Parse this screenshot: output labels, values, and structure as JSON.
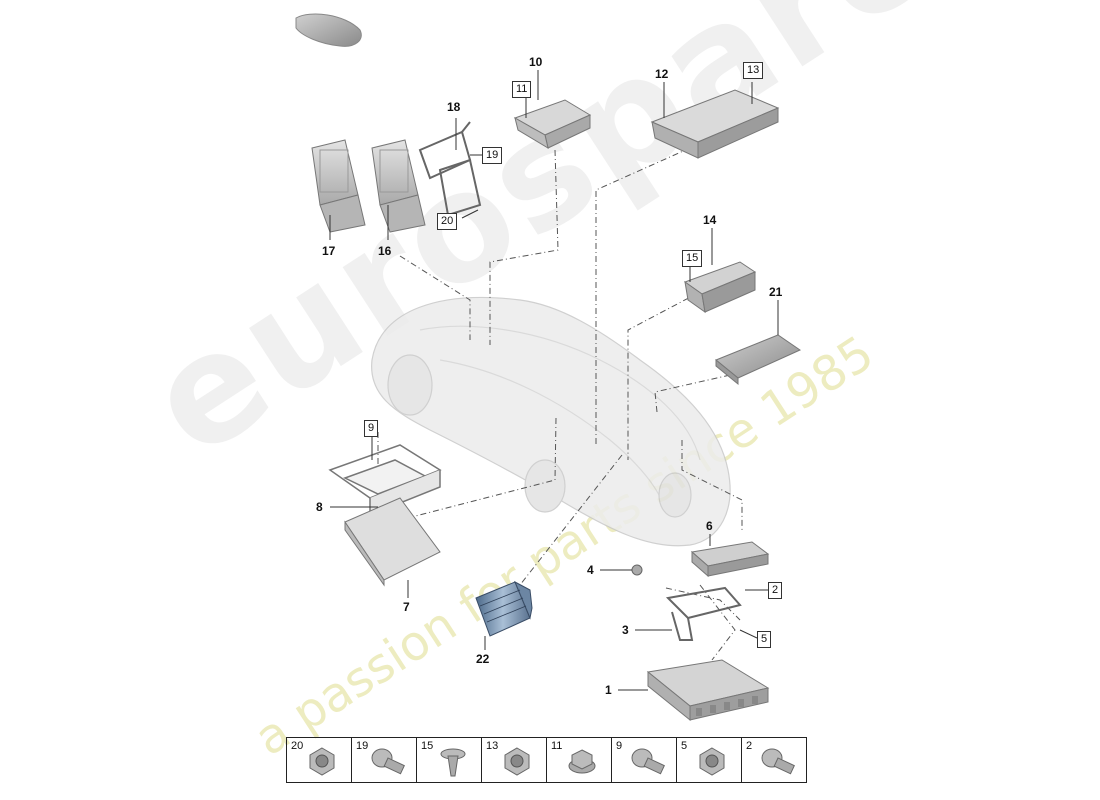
{
  "watermark": {
    "brand": "eurospares",
    "tagline": "a passion for parts since 1985"
  },
  "callouts": {
    "p1": "1",
    "p2": "2",
    "p3": "3",
    "p4": "4",
    "p5": "5",
    "p6": "6",
    "p7": "7",
    "p8": "8",
    "p9": "9",
    "p10": "10",
    "p11": "11",
    "p12": "12",
    "p13": "13",
    "p14": "14",
    "p15": "15",
    "p16": "16",
    "p17": "17",
    "p18": "18",
    "p19": "19",
    "p20": "20",
    "p21": "21",
    "p22": "22"
  },
  "fasteners": [
    {
      "number": "20",
      "icon": "nut-icon"
    },
    {
      "number": "19",
      "icon": "bolt-icon"
    },
    {
      "number": "15",
      "icon": "expanding-rivet-icon"
    },
    {
      "number": "13",
      "icon": "nut-icon"
    },
    {
      "number": "11",
      "icon": "flange-nut-icon"
    },
    {
      "number": "9",
      "icon": "bolt-icon"
    },
    {
      "number": "5",
      "icon": "nut-icon"
    },
    {
      "number": "2",
      "icon": "bolt-icon"
    }
  ]
}
